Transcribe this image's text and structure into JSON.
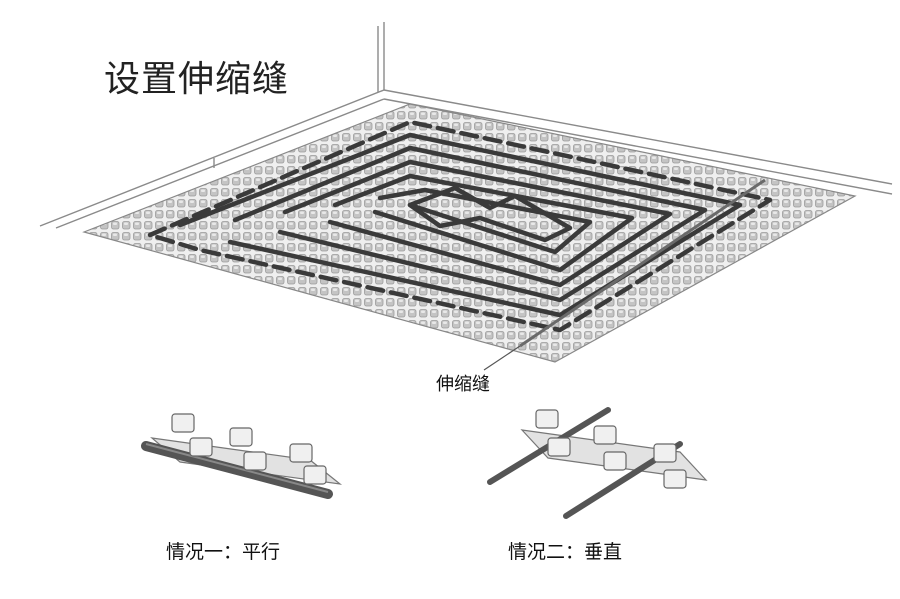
{
  "title": "设置伸缩缝",
  "callout_label": "伸缩缝",
  "cases": [
    {
      "label": "情况一：平行"
    },
    {
      "label": "情况二：垂直"
    }
  ],
  "colors": {
    "pipe": "#3a3a3a",
    "panel": "#e6e6e6",
    "node": "#bdbdbd",
    "line": "#8a8a8a",
    "text": "#111111"
  }
}
